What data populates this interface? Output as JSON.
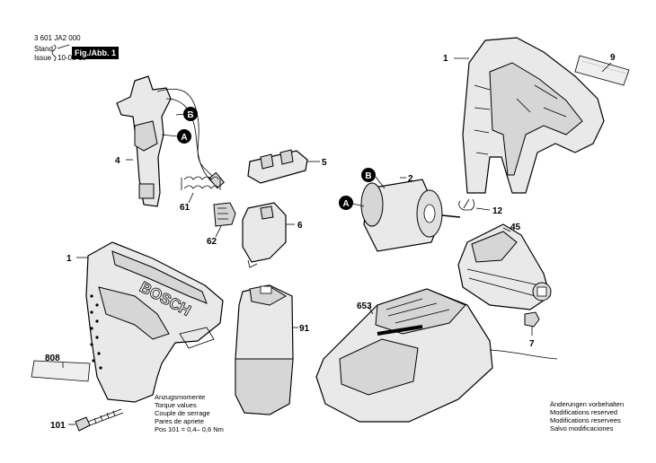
{
  "header": {
    "doc_number": "3 601 JA2 000",
    "stand_label": "Stand",
    "issue_label": "Issue",
    "stand_date": "10-06-15",
    "figure_label": "Fig./Abb. 1"
  },
  "callouts": {
    "p1_top": "1",
    "p9": "9",
    "p12": "12",
    "p4": "4",
    "p5": "5",
    "p61": "61",
    "p62": "62",
    "p6": "6",
    "p2": "2",
    "p45": "45",
    "p7": "7",
    "p1_bottom": "1",
    "p91": "91",
    "p653": "653",
    "p808": "808",
    "p101": "101",
    "A": "A",
    "B": "B"
  },
  "torque_note": {
    "line1": "Anzugsmomente",
    "line2": "Torque values",
    "line3": "Couple de serrage",
    "line4": "Pares de apriete",
    "line5": "Pos  101  =  0,4– 0,6 Nm"
  },
  "rights_note": {
    "line1": "Änderungen vorbehalten",
    "line2": "Modifications reserved",
    "line3": "Modifications reservees",
    "line4": "Salvo modificaciones"
  },
  "brand_text": "BOSCH"
}
